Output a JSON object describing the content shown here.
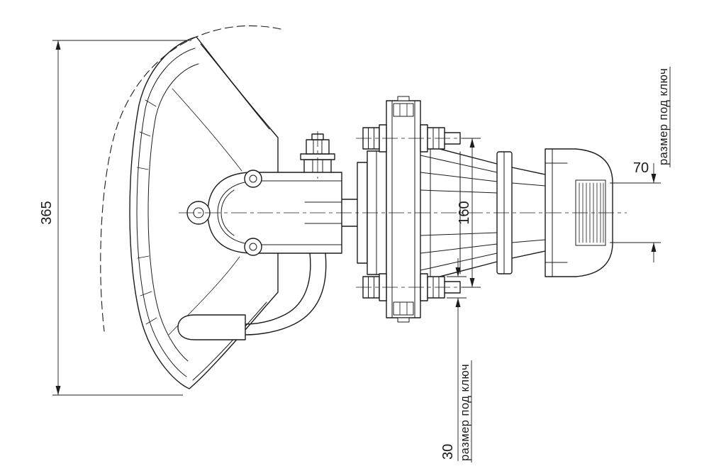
{
  "canvas": {
    "background": "#ffffff",
    "ink": "#1c1c1c"
  },
  "dims": {
    "d365": {
      "value": "365"
    },
    "d160": {
      "value": "160"
    },
    "d70": {
      "value": "70",
      "label": "размер под ключ"
    },
    "d30": {
      "value": "30",
      "label": "размер под ключ"
    }
  }
}
